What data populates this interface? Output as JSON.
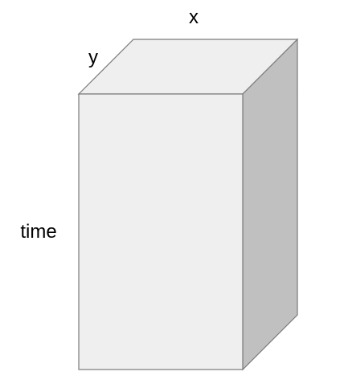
{
  "labels": {
    "x": "x",
    "y": "y",
    "time": "time"
  },
  "colors": {
    "front_face": "#efefef",
    "top_face": "#efefef",
    "side_face": "#c0c0c0",
    "edge": "#7a7a7a",
    "background": "#ffffff"
  }
}
